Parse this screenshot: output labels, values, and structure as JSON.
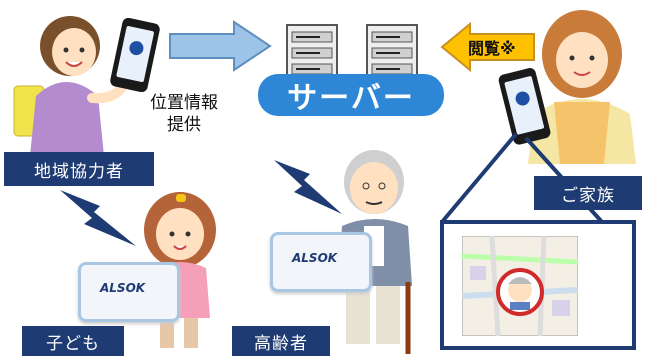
{
  "server_label": "サーバー",
  "location_info_line1": "位置情報",
  "location_info_line2": "提供",
  "browse_label": "閲覧※",
  "roles": {
    "cooperator": "地域協力者",
    "family": "ご家族",
    "child": "子ども",
    "elderly": "高齢者"
  },
  "device_brand": "ALSOK",
  "colors": {
    "navy_label": "#1f3b74",
    "server_blue": "#2e86d6",
    "arrow_light_blue": "#9dc3e6",
    "arrow_yellow": "#ffc000",
    "signal_bolt": "#1f3b74"
  }
}
